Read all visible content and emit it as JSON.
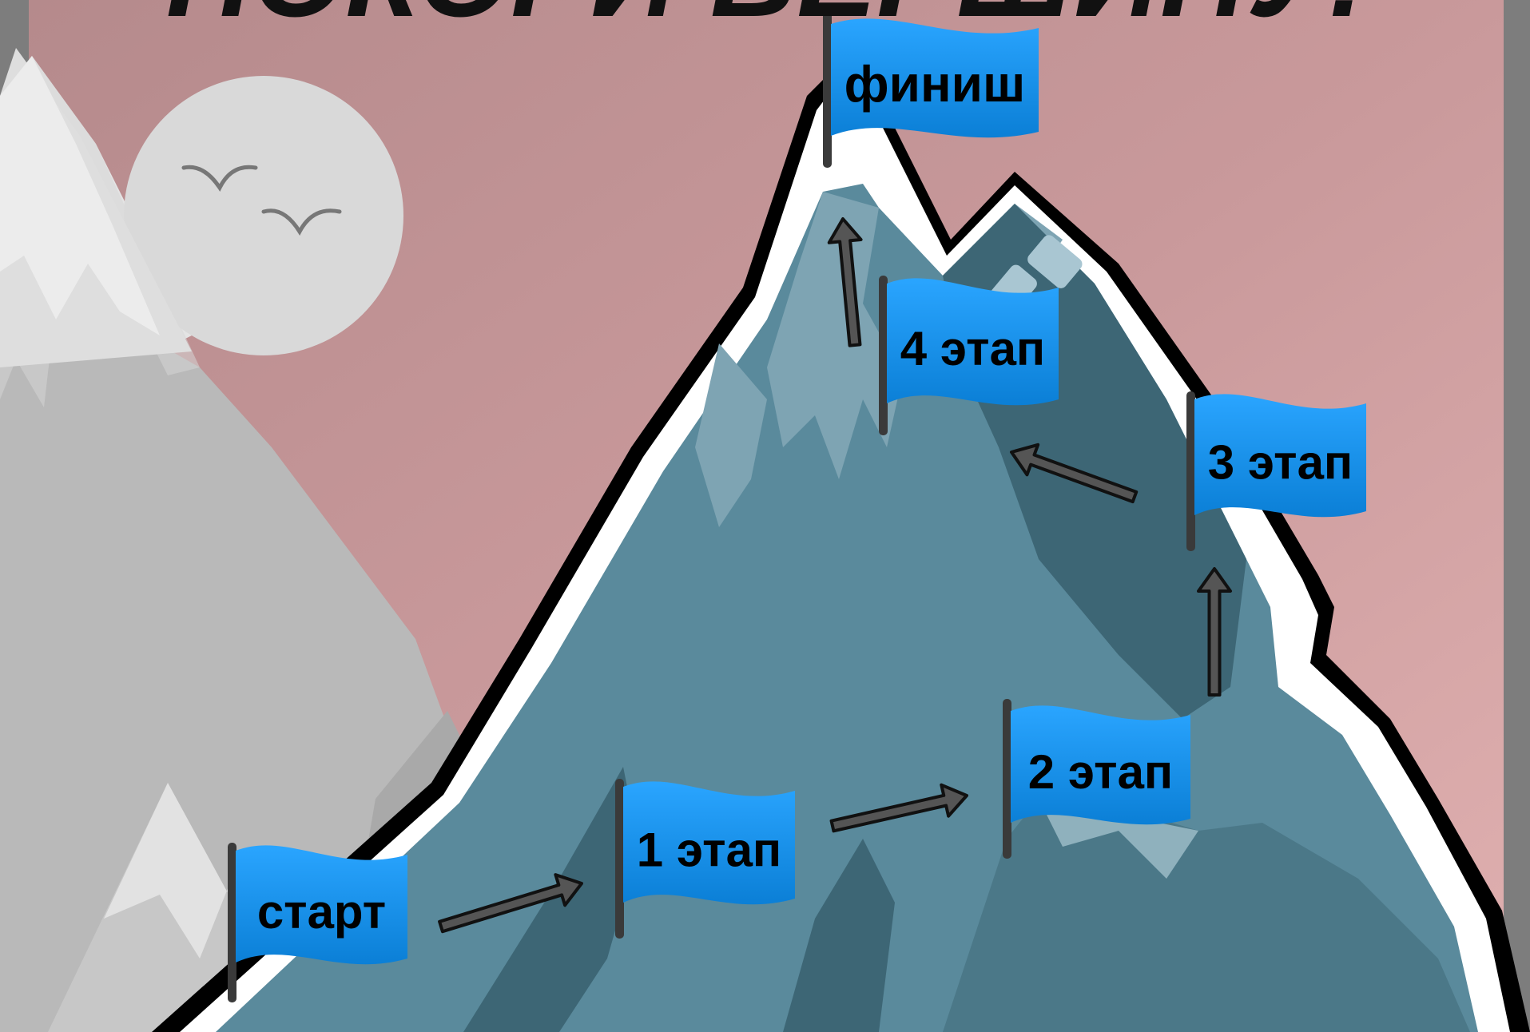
{
  "title": "ПОКОРИ ВЕРШИНУ!",
  "flags": [
    {
      "id": "start",
      "label": "старт"
    },
    {
      "id": "stage1",
      "label": "1 этап"
    },
    {
      "id": "stage2",
      "label": "2 этап"
    },
    {
      "id": "stage3",
      "label": "3 этап"
    },
    {
      "id": "stage4",
      "label": "4 этап"
    },
    {
      "id": "finish",
      "label": "финиш"
    }
  ],
  "colors": {
    "sky": "#c9989a",
    "mountain": "#5a8a9c",
    "mountain_shadow": "#3d6675",
    "snow": "#ffffff",
    "flag": "#1594f0",
    "arrow": "#555555"
  }
}
